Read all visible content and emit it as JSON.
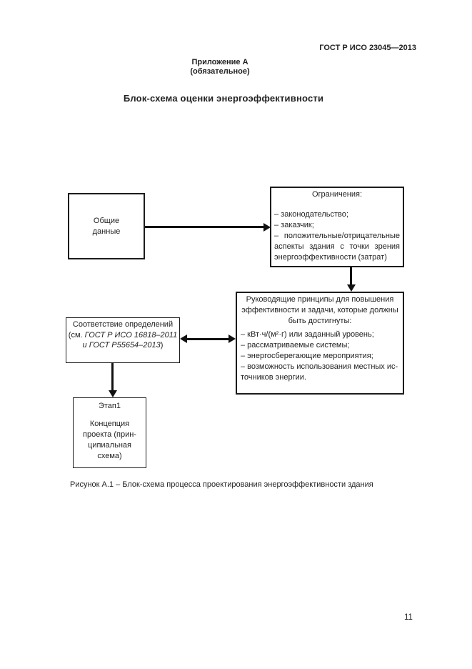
{
  "header": {
    "code": "ГОСТ Р ИСО 23045—2013",
    "appendix_lines": [
      "Приложение А",
      "(обязательное)"
    ],
    "section_title": "Блок-схема оценки энергоэффективности"
  },
  "flowchart": {
    "general_box": {
      "lines": [
        "Общие",
        "данные"
      ]
    },
    "constraints_box": {
      "title": "Ограничения:",
      "items": [
        "– законодательство;",
        "– заказчик;"
      ],
      "justified_item": "– положительные/отрицательные аспекты здания с точки зрения энергоэффективности (затрат)"
    },
    "principles_box": {
      "title_lines": [
        "Руководящие принципы для повышения",
        "эффективности и задачи, которые должны",
        "быть достигнуты:"
      ],
      "items": [
        "– кВт·ч/(м²·г) или заданный уровень;",
        "– рассматриваемые системы;",
        "– энергосберегающие мероприятия;",
        "– возможность использования местных ис-",
        "точников энергии."
      ]
    },
    "definitions_box": {
      "title": "Соответствие определений",
      "ref_prefix": "(см. ",
      "ref_line1": "ГОСТ Р ИСО 16818–2011",
      "ref_line2": "и ГОСТ Р55654–2013",
      "ref_suffix": ")"
    },
    "stage_box": {
      "title": "Этап1",
      "lines": [
        "Концепция",
        "проекта (прин-",
        "ципиальная",
        "схема)"
      ]
    }
  },
  "caption": "Рисунок А.1 – Блок-схема процесса проектирования энергоэффективности здания",
  "page_number": "11",
  "colors": {
    "ink": "#222222",
    "line": "#111111"
  }
}
